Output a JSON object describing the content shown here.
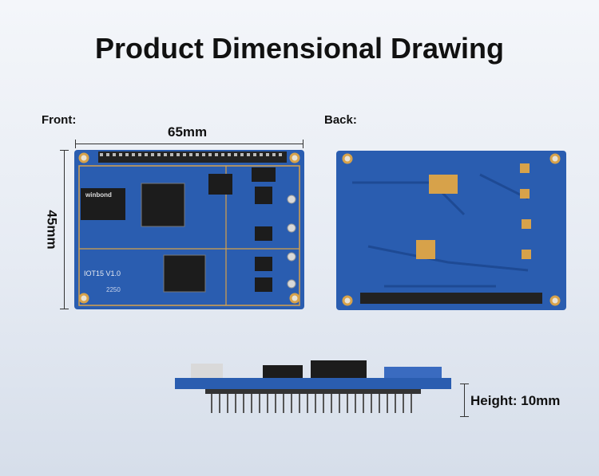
{
  "title": "Product Dimensional Drawing",
  "labels": {
    "front": "Front:",
    "back": "Back:"
  },
  "dimensions": {
    "width": "65mm",
    "length": "45mm",
    "height": "Height: 10mm"
  },
  "board": {
    "chip_brand": "winbond",
    "model": "IOT15 V1.0",
    "marking": "2250"
  },
  "colors": {
    "pcb": "#2a5db0",
    "pcb_dark": "#1e4a94",
    "pad": "#d7a24a",
    "chip": "#1c1c1c"
  }
}
